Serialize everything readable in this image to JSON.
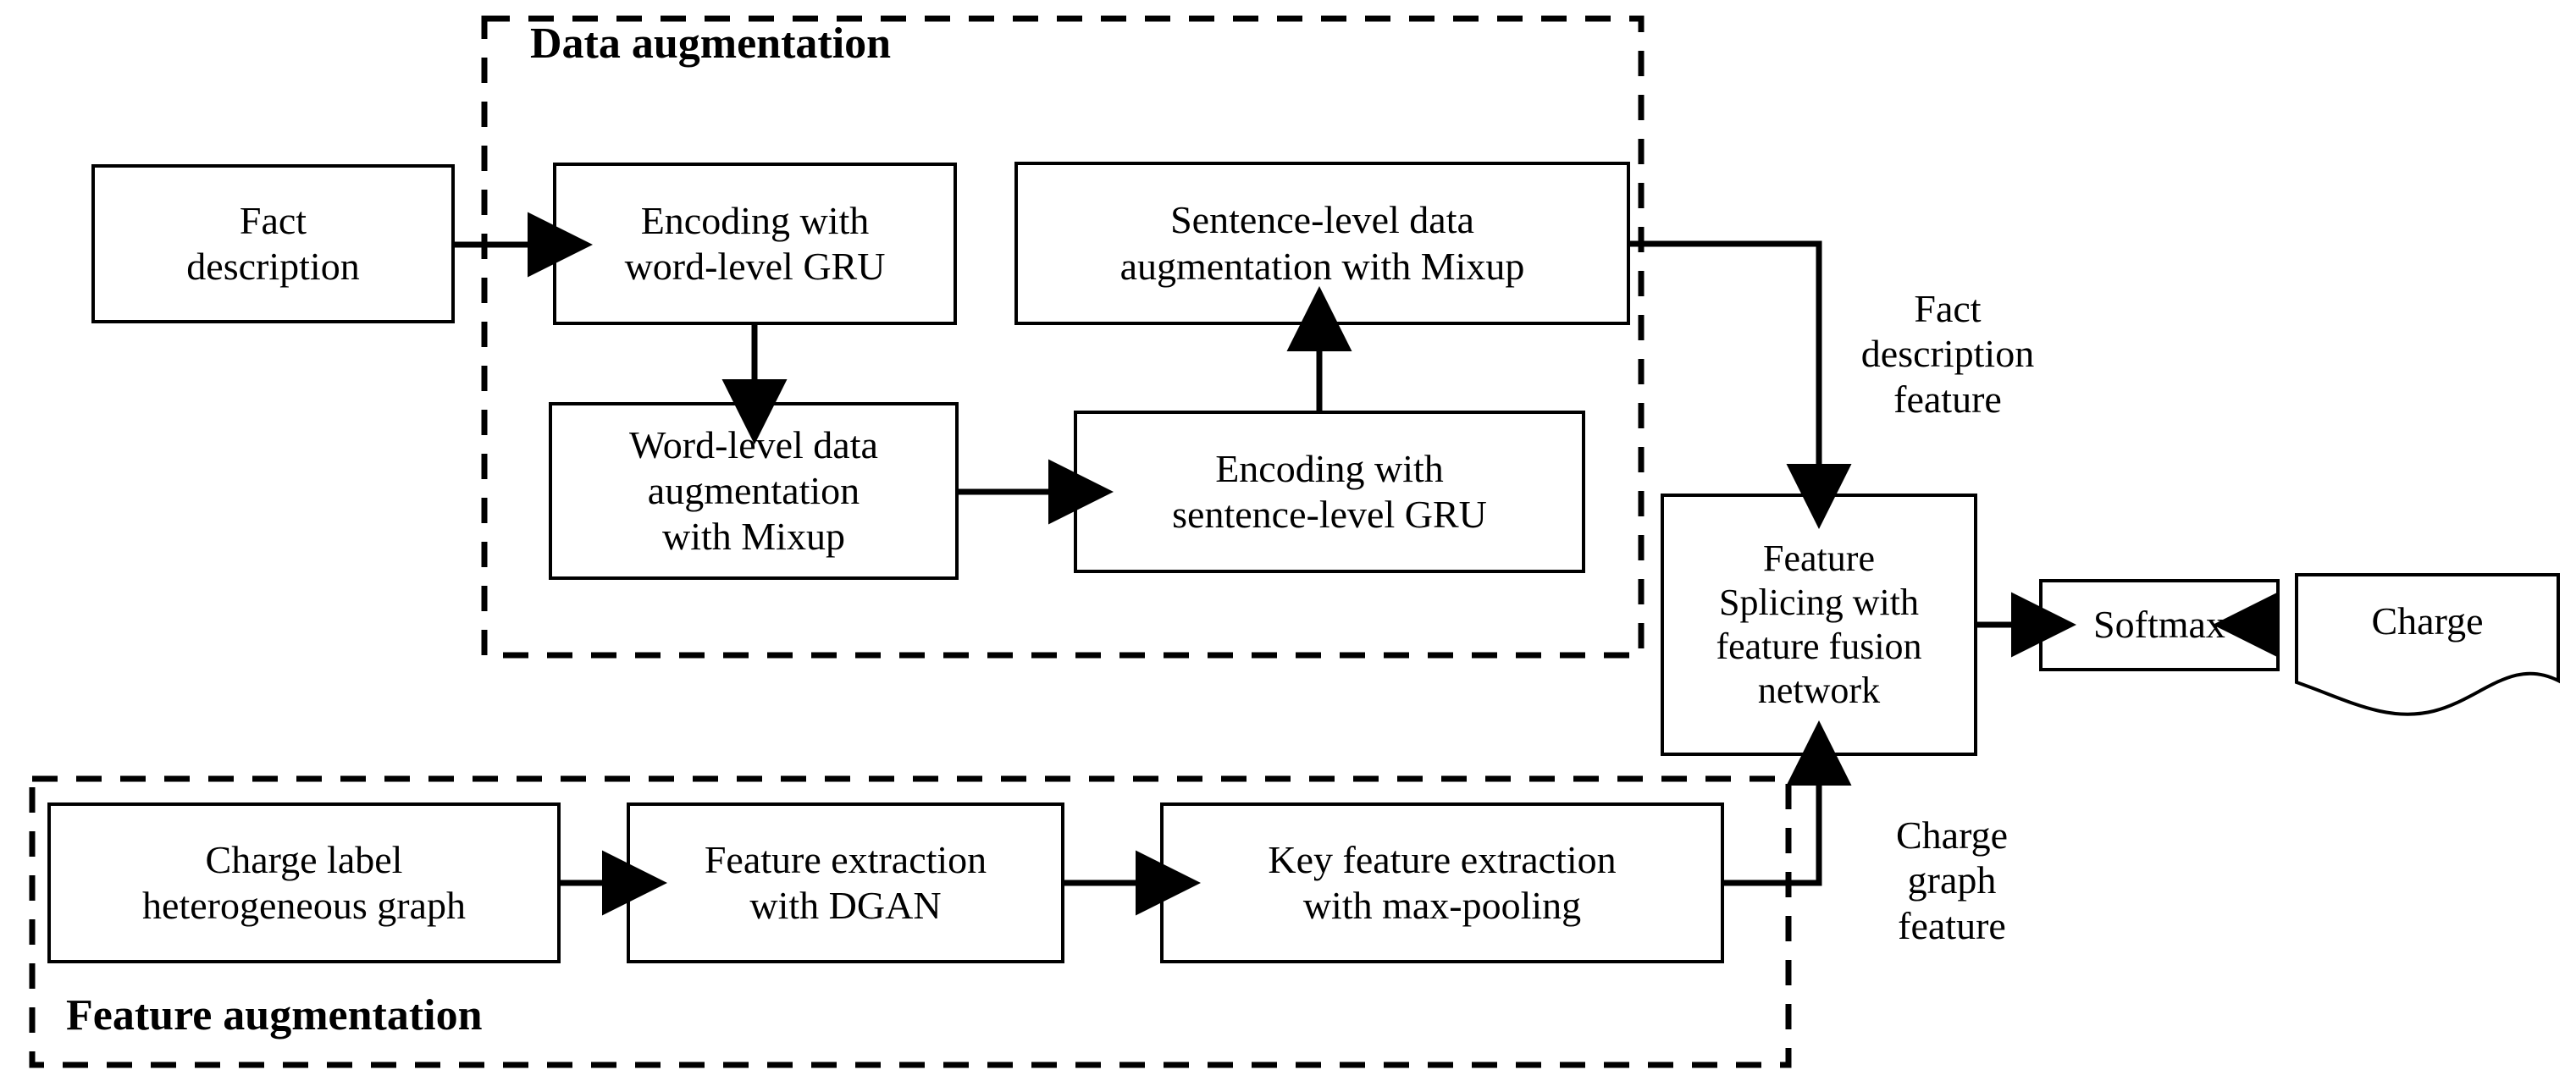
{
  "diagram": {
    "title_hidden": "Model architecture flowchart",
    "colors": {
      "stroke": "#000000",
      "background": "#ffffff",
      "text": "#000000"
    },
    "groups": [
      {
        "id": "data-augmentation",
        "label": "Data augmentation"
      },
      {
        "id": "feature-augmentation",
        "label": "Feature augmentation"
      }
    ],
    "nodes": [
      {
        "id": "fact-description",
        "label": "Fact\ndescription"
      },
      {
        "id": "encoding-word-gru",
        "label": "Encoding with\nword-level GRU"
      },
      {
        "id": "sentence-level-aug",
        "label": "Sentence-level data\naugmentation with Mixup"
      },
      {
        "id": "word-level-aug",
        "label": "Word-level data\naugmentation\nwith Mixup"
      },
      {
        "id": "encoding-sentence-gru",
        "label": "Encoding with\nsentence-level GRU"
      },
      {
        "id": "feature-splicing",
        "label": "Feature\nSplicing with\nfeature fusion\nnetwork"
      },
      {
        "id": "softmax",
        "label": "Softmax"
      },
      {
        "id": "charge-output",
        "label": "Charge"
      },
      {
        "id": "charge-label-graph",
        "label": "Charge label\nheterogeneous graph"
      },
      {
        "id": "feature-extraction-dgan",
        "label": "Feature extraction\nwith DGAN"
      },
      {
        "id": "key-feature-maxpool",
        "label": "Key feature extraction\nwith max-pooling"
      }
    ],
    "edge_labels": [
      {
        "id": "fact-description-feature",
        "label": "Fact\ndescription\nfeature"
      },
      {
        "id": "charge-graph-feature",
        "label": "Charge\ngraph\nfeature"
      }
    ]
  }
}
